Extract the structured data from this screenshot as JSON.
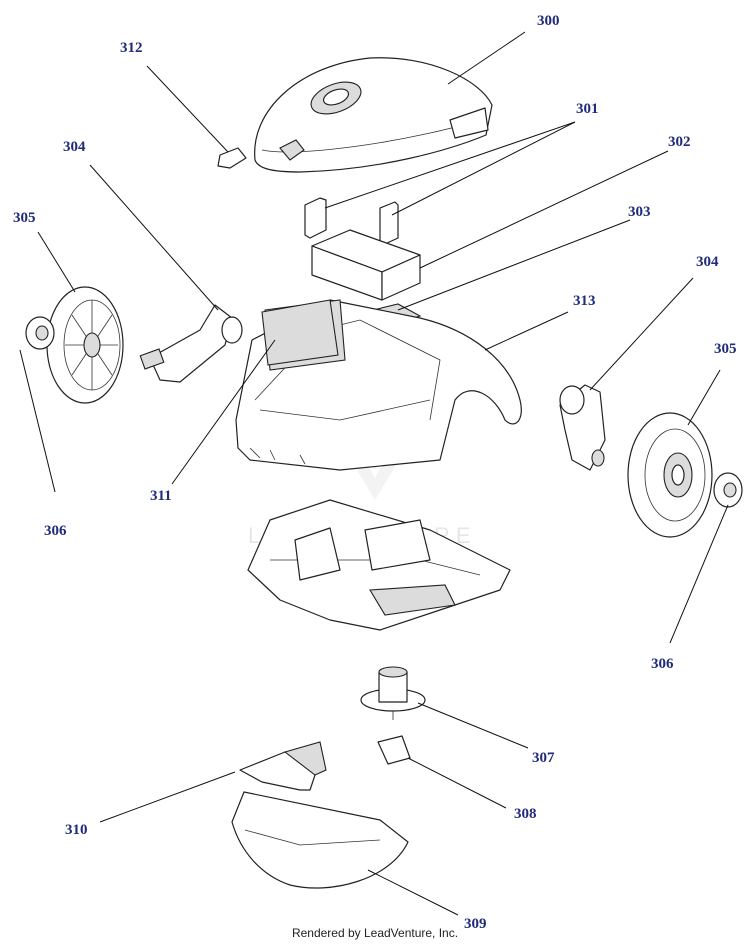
{
  "callouts": {
    "c300": "300",
    "c301": "301",
    "c302": "302",
    "c303": "303",
    "c304a": "304",
    "c304b": "304",
    "c305a": "305",
    "c305b": "305",
    "c306a": "306",
    "c306b": "306",
    "c307": "307",
    "c308": "308",
    "c309": "309",
    "c310": "310",
    "c311": "311",
    "c312": "312",
    "c313": "313"
  },
  "watermark": "LEADVENTURE",
  "footer": "Rendered by LeadVenture, Inc.",
  "colors": {
    "callout": "#1f2a7a",
    "line": "#222222",
    "watermark": "#e6e6e6"
  }
}
